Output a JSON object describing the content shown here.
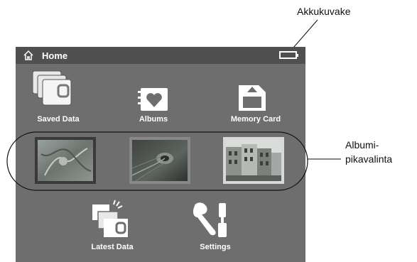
{
  "screen": {
    "title": "Home",
    "icons": {
      "home": "home-icon",
      "battery": "battery-icon"
    }
  },
  "menu": {
    "saved_data": "Saved Data",
    "albums": "Albums",
    "memory_card": "Memory Card",
    "latest_data": "Latest Data",
    "settings": "Settings"
  },
  "album_shortcuts": [
    {
      "name": "album-1",
      "selected": true
    },
    {
      "name": "album-2",
      "selected": false
    },
    {
      "name": "album-3",
      "selected": false
    }
  ],
  "annotations": {
    "battery_label": "Akkukuvake",
    "album_label_line1": "Albumi-",
    "album_label_line2": "pikavalinta"
  }
}
